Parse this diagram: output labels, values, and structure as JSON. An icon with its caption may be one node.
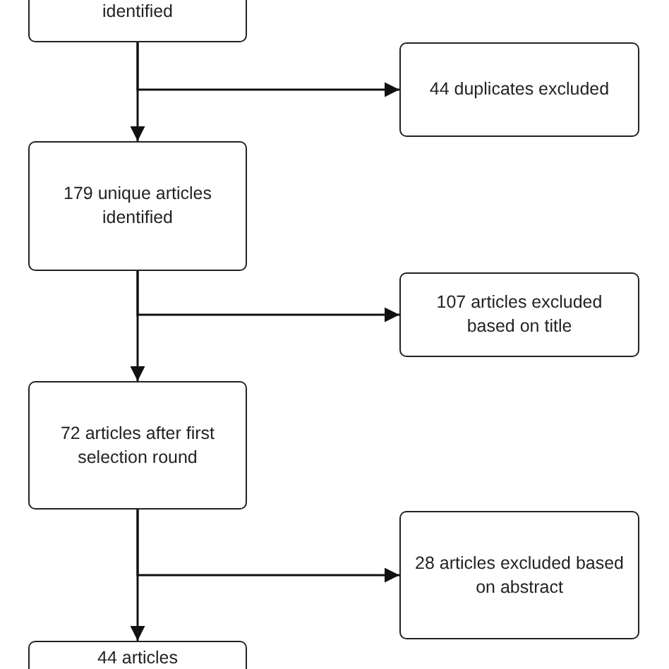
{
  "diagram": {
    "nodes": [
      {
        "text": [
          "identified"
        ]
      },
      {
        "text": [
          "44 duplicates excluded"
        ]
      },
      {
        "text": [
          "179 unique articles identified"
        ]
      },
      {
        "text": [
          "107 articles excluded based on title"
        ]
      },
      {
        "text": [
          "72 articles after first selection round"
        ]
      },
      {
        "text": [
          "28 articles excluded based on abstract"
        ]
      },
      {
        "text": [
          "44 articles"
        ]
      }
    ],
    "edges": [
      {
        "from": 0,
        "to": 2,
        "arrow": "to"
      },
      {
        "from": 0,
        "to": 1,
        "arrow": "to"
      },
      {
        "from": 2,
        "to": 4,
        "arrow": "to"
      },
      {
        "from": 2,
        "to": 3,
        "arrow": "to"
      },
      {
        "from": 4,
        "to": 6,
        "arrow": "to"
      },
      {
        "from": 4,
        "to": 5,
        "arrow": "to"
      }
    ]
  }
}
